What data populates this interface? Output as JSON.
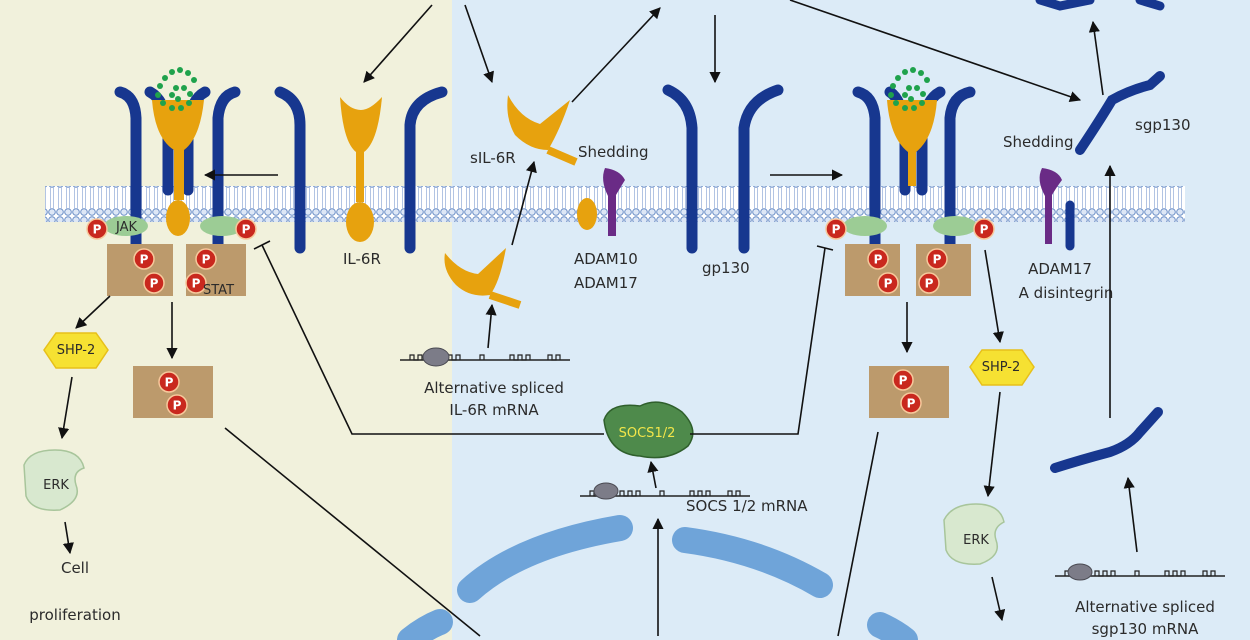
{
  "colors": {
    "left_panel_bg": "#f1f1dc",
    "right_panel_bg": "#dcebf7",
    "receptor_gp130": "#17378f",
    "il6r_orange": "#e7a20e",
    "il6_green": "#1fa24c",
    "phospho_red": "#c9281e",
    "stat_tan": "#bc9a6c",
    "jak_green": "#9ccc95",
    "adam_purple": "#6a2b86",
    "nucleus_blue": "#6fa4d9",
    "membrane": "#6b8fc7",
    "shp2_yellow": "#f6e132",
    "erk_green": "#d8e8cf",
    "socs_green": "#4e8a4b",
    "socs_text": "#f3e64a"
  },
  "labels": {
    "jak": "JAK",
    "stat": "STAT",
    "il6r": "IL-6R",
    "sil6r": "sIL-6R",
    "shedding_left": "Shedding",
    "shedding_right": "Shedding",
    "adam10": "ADAM10",
    "adam17_left": "ADAM17",
    "gp130": "gp130",
    "adam17_right": "ADAM17",
    "a_disintegrin": "A disintegrin",
    "sgp130": "sgp130",
    "shp2_left": "SHP-2",
    "shp2_right": "SHP-2",
    "erk_left": "ERK",
    "erk_right": "ERK",
    "cell_line1": "Cell",
    "cell_line2": "proliferation",
    "alt_il6r_line1": "Alternative spliced",
    "alt_il6r_line2": "IL-6R mRNA",
    "socs_protein": "SOCS1/2",
    "socs_mrna": "SOCS 1/2 mRNA",
    "alt_sgp130_line1": "Alternative spliced",
    "alt_sgp130_line2": "sgp130 mRNA",
    "phospho": "P"
  }
}
